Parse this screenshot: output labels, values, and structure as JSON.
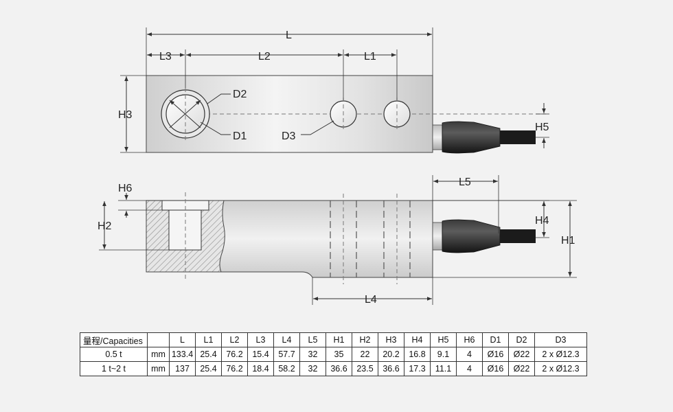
{
  "labels": {
    "L": "L",
    "L1": "L1",
    "L2": "L2",
    "L3": "L3",
    "L4": "L4",
    "L5": "L5",
    "H1": "H1",
    "H2": "H2",
    "H3": "H3",
    "H4": "H4",
    "H5": "H5",
    "H6": "H6",
    "D1": "D1",
    "D2": "D2",
    "D3": "D3"
  },
  "table": {
    "headers": [
      "量程/Capacities",
      "",
      "L",
      "L1",
      "L2",
      "L3",
      "L4",
      "L5",
      "H1",
      "H2",
      "H3",
      "H4",
      "H5",
      "H6",
      "D1",
      "D2",
      "D3"
    ],
    "rows": [
      [
        "0.5 t",
        "mm",
        "133.4",
        "25.4",
        "76.2",
        "15.4",
        "57.7",
        "32",
        "35",
        "22",
        "20.2",
        "16.8",
        "9.1",
        "4",
        "Ø16",
        "Ø22",
        "2 x Ø12.3"
      ],
      [
        "1 t~2 t",
        "mm",
        "137",
        "25.4",
        "76.2",
        "18.4",
        "58.2",
        "32",
        "36.6",
        "23.5",
        "36.6",
        "17.3",
        "11.1",
        "4",
        "Ø16",
        "Ø22",
        "2 x Ø12.3"
      ]
    ]
  },
  "colors": {
    "background": "#f2f2f2",
    "body_metal": "#d9d9d9",
    "cable": "#1c1c1c",
    "hatch": "#8a8a8a"
  }
}
